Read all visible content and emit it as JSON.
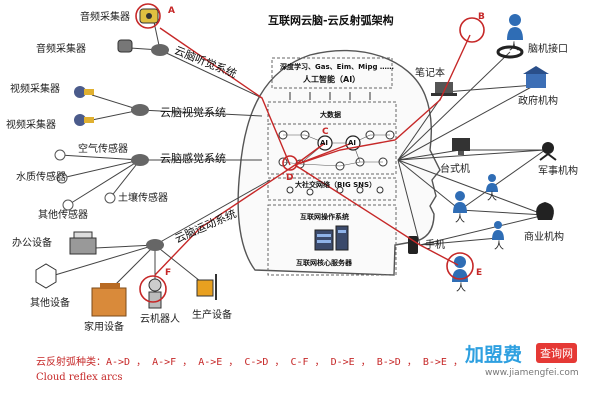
{
  "title": "互联网云脑-云反射弧架构",
  "left_devices": [
    {
      "key": "audio1",
      "label": "音频采集器",
      "icon": "audio-device-icon"
    },
    {
      "key": "audio2",
      "label": "音频采集器",
      "icon": "audio-device-icon"
    },
    {
      "key": "video1",
      "label": "视频采集器",
      "icon": "video-camera-icon"
    },
    {
      "key": "video2",
      "label": "视频采集器",
      "icon": "video-camera-icon"
    },
    {
      "key": "air",
      "label": "空气传感器",
      "icon": "sensor-icon"
    },
    {
      "key": "water",
      "label": "水质传感器",
      "icon": "sensor-icon"
    },
    {
      "key": "soil",
      "label": "土壤传感器",
      "icon": "sensor-icon"
    },
    {
      "key": "othersensor",
      "label": "其他传感器",
      "icon": "sensor-icon"
    },
    {
      "key": "office",
      "label": "办公设备",
      "icon": "printer-icon"
    },
    {
      "key": "otherdev",
      "label": "其他设备",
      "icon": "hexagon-icon"
    },
    {
      "key": "home",
      "label": "家用设备",
      "icon": "home-appliance-icon"
    },
    {
      "key": "robot",
      "label": "云机器人",
      "icon": "robot-icon"
    },
    {
      "key": "production",
      "label": "生产设备",
      "icon": "forklift-icon"
    }
  ],
  "systems": [
    {
      "key": "hearing",
      "label": "云脑听觉系统"
    },
    {
      "key": "vision",
      "label": "云脑视觉系统"
    },
    {
      "key": "sense",
      "label": "云脑感觉系统"
    },
    {
      "key": "motor",
      "label": "云脑运动系统"
    }
  ],
  "brain": {
    "ai_top_line": "深度学习、Gas、Eim、Mipg ……",
    "ai_label": "人工智能（AI）",
    "bigdata": "大数据",
    "ai_node": "AI",
    "sns": "大社交网络（BIG SNS）",
    "os": "互联网操作系统",
    "server": "互联网核心服务器"
  },
  "right_entities": [
    {
      "key": "laptop",
      "label": "笔记本",
      "icon": "laptop-icon"
    },
    {
      "key": "brainif",
      "label": "脑机接口",
      "icon": "brain-interface-icon"
    },
    {
      "key": "gov",
      "label": "政府机构",
      "icon": "government-icon"
    },
    {
      "key": "desktop",
      "label": "台式机",
      "icon": "desktop-icon"
    },
    {
      "key": "military",
      "label": "军事机构",
      "icon": "military-icon"
    },
    {
      "key": "phone",
      "label": "手机",
      "icon": "phone-icon"
    },
    {
      "key": "business",
      "label": "商业机构",
      "icon": "business-icon"
    }
  ],
  "person_label": "人",
  "letters": {
    "A": "A",
    "B": "B",
    "C": "C",
    "D": "D",
    "E": "E",
    "F": "F"
  },
  "legend": {
    "line1": "云反射弧种类：A->D ， A->F ， A->E ， C->D ， C-F ， D->E ， B->D ， B->E ，",
    "line2": "Cloud reflex arcs"
  },
  "watermark": {
    "brand": "加盟费",
    "tag": "查询网",
    "url": "www.jiamengfei.com"
  },
  "colors": {
    "arc": "#c62828",
    "line": "#444444",
    "accent": "#2ea0e0"
  }
}
